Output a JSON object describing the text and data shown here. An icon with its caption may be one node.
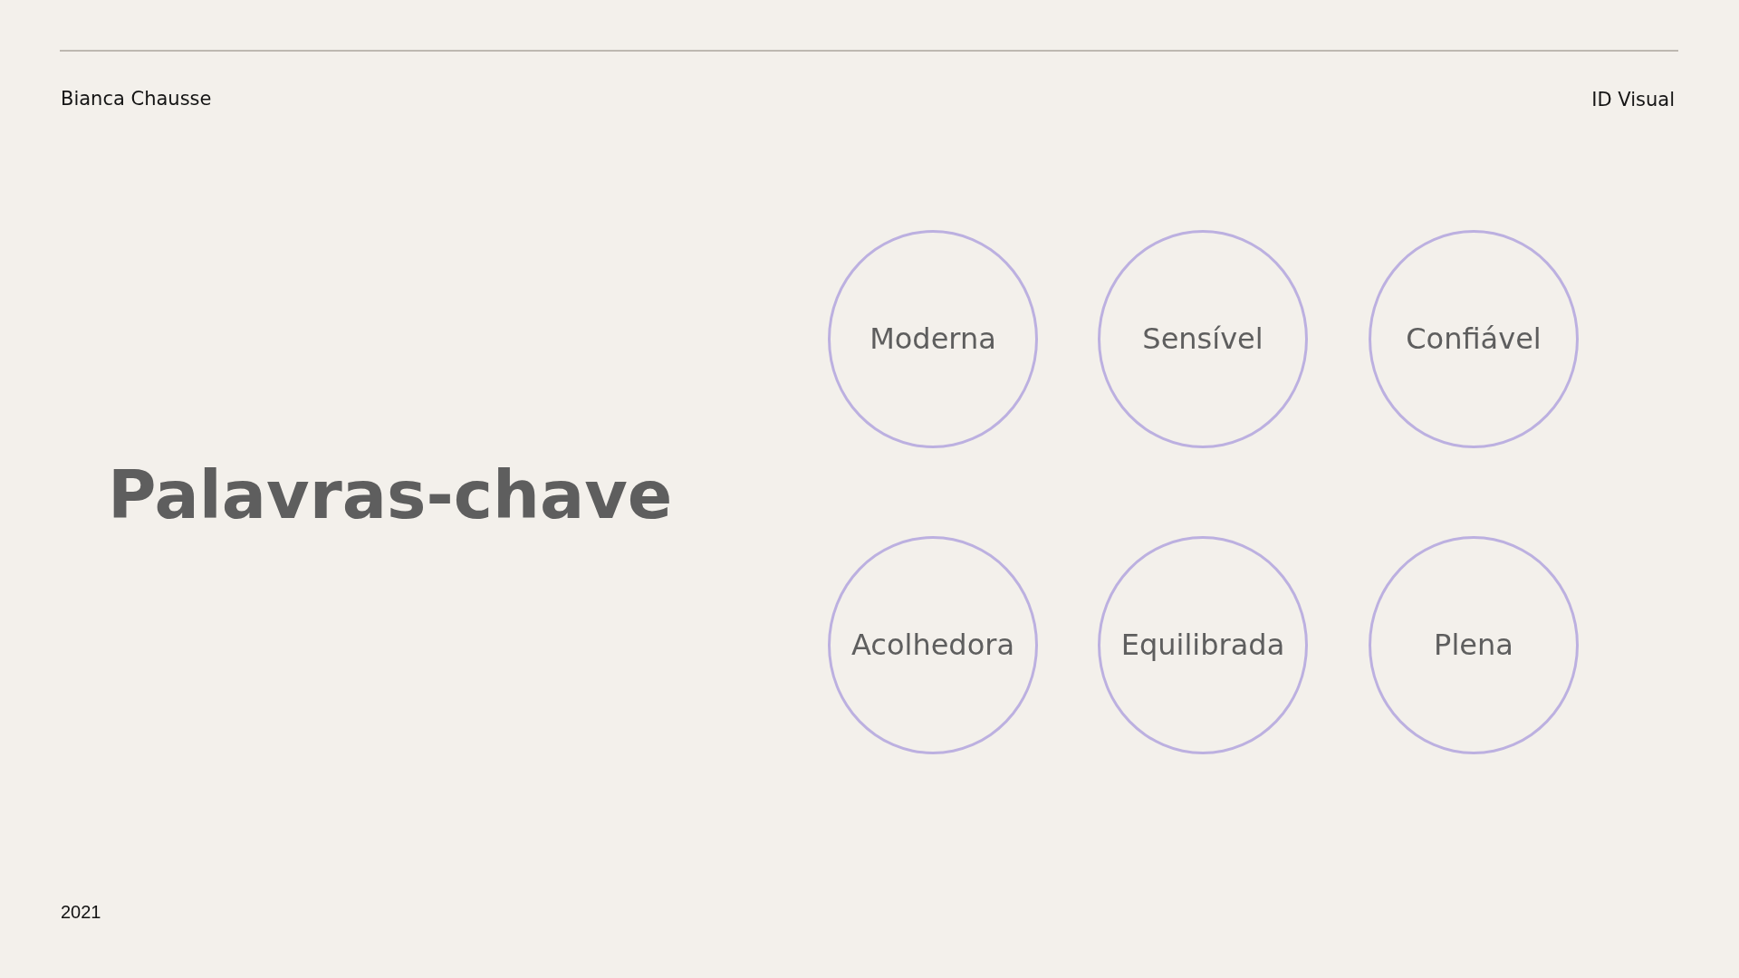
{
  "diagram": {
    "title": "Palavras-chave",
    "nodes": [
      {
        "text": [
          "Moderna"
        ]
      },
      {
        "text": [
          "Sensível"
        ]
      },
      {
        "text": [
          "Confiável"
        ]
      },
      {
        "text": [
          "Acolhedora"
        ]
      },
      {
        "text": [
          "Equilibrada"
        ]
      },
      {
        "text": [
          "Plena"
        ]
      }
    ],
    "labels": [
      "Bianca Chausse",
      "ID Visual",
      "2021"
    ]
  }
}
